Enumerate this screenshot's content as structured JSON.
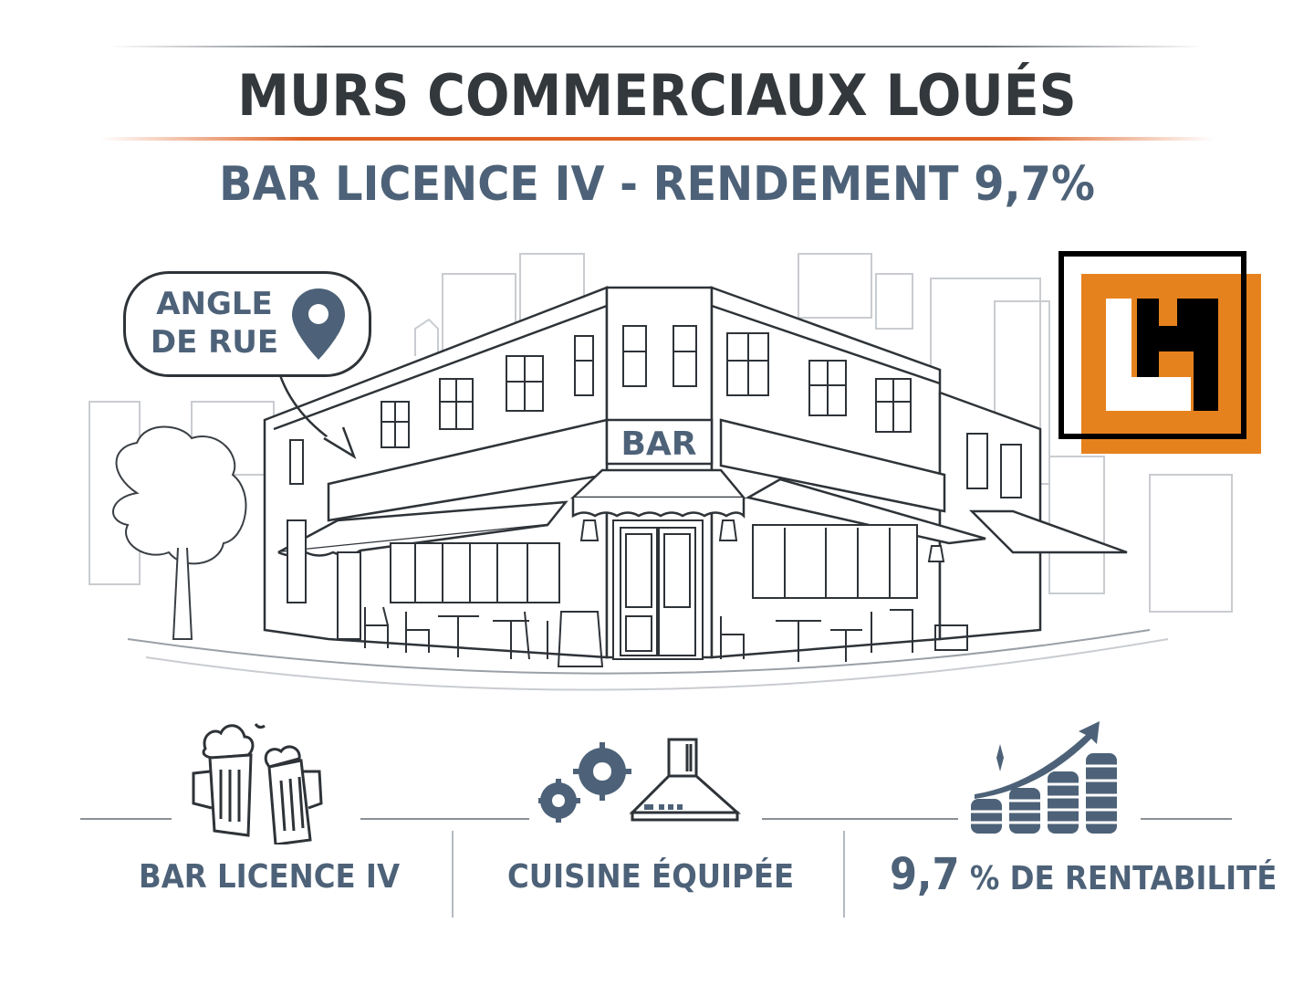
{
  "header": {
    "title": "MURS COMMERCIAUX LOUÉS",
    "subtitle": "BAR LICENCE IV - RENDEMENT 9,7%"
  },
  "illustration": {
    "callout": {
      "line1": "ANGLE",
      "line2": "DE RUE",
      "icon": "map-pin-icon"
    },
    "sign": "BAR"
  },
  "logo": {
    "letters": "LH",
    "colors": {
      "orange": "#e6821e",
      "black": "#000000",
      "white": "#ffffff"
    }
  },
  "features": [
    {
      "icon": "beer-mugs-icon",
      "label": "BAR LICENCE IV"
    },
    {
      "icon": "kitchen-hood-gears-icon",
      "label": "CUISINE ÉQUIPÉE"
    },
    {
      "icon": "coins-growth-icon",
      "number": "9,7",
      "label": "% DE RENTABILITÉ"
    }
  ],
  "colors": {
    "title": "#33383d",
    "accent_orange": "#e06426",
    "slate": "#4d6278",
    "line": "#2e3338"
  }
}
